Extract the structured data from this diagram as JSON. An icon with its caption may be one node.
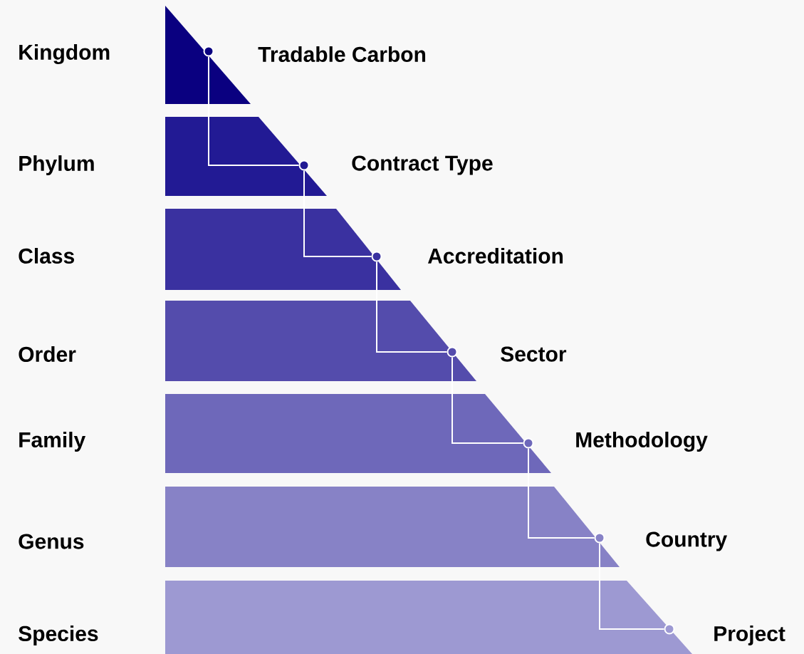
{
  "diagram": {
    "nodes": [
      {
        "text": [
          "Kingdom"
        ],
        "beside": [
          "Tradable Carbon"
        ]
      },
      {
        "text": [
          "Phylum"
        ],
        "beside": [
          "Contract Type"
        ]
      },
      {
        "text": [
          "Class"
        ],
        "beside": [
          "Accreditation"
        ]
      },
      {
        "text": [
          "Order"
        ],
        "beside": [
          "Sector"
        ]
      },
      {
        "text": [
          "Family"
        ],
        "beside": [
          "Methodology"
        ]
      },
      {
        "text": [
          "Genus"
        ],
        "beside": [
          "Country"
        ]
      },
      {
        "text": [
          "Species"
        ],
        "beside": [
          "Project"
        ]
      }
    ],
    "edges": [
      {
        "from": 0,
        "to": 1,
        "arrow": "none",
        "color": "#ffffff"
      },
      {
        "from": 1,
        "to": 2,
        "arrow": "none",
        "color": "#ffffff"
      },
      {
        "from": 2,
        "to": 3,
        "arrow": "none",
        "color": "#ffffff"
      },
      {
        "from": 3,
        "to": 4,
        "arrow": "none",
        "color": "#ffffff"
      },
      {
        "from": 4,
        "to": 5,
        "arrow": "none",
        "color": "#ffffff"
      },
      {
        "from": 5,
        "to": 6,
        "arrow": "none",
        "color": "#ffffff"
      }
    ]
  }
}
